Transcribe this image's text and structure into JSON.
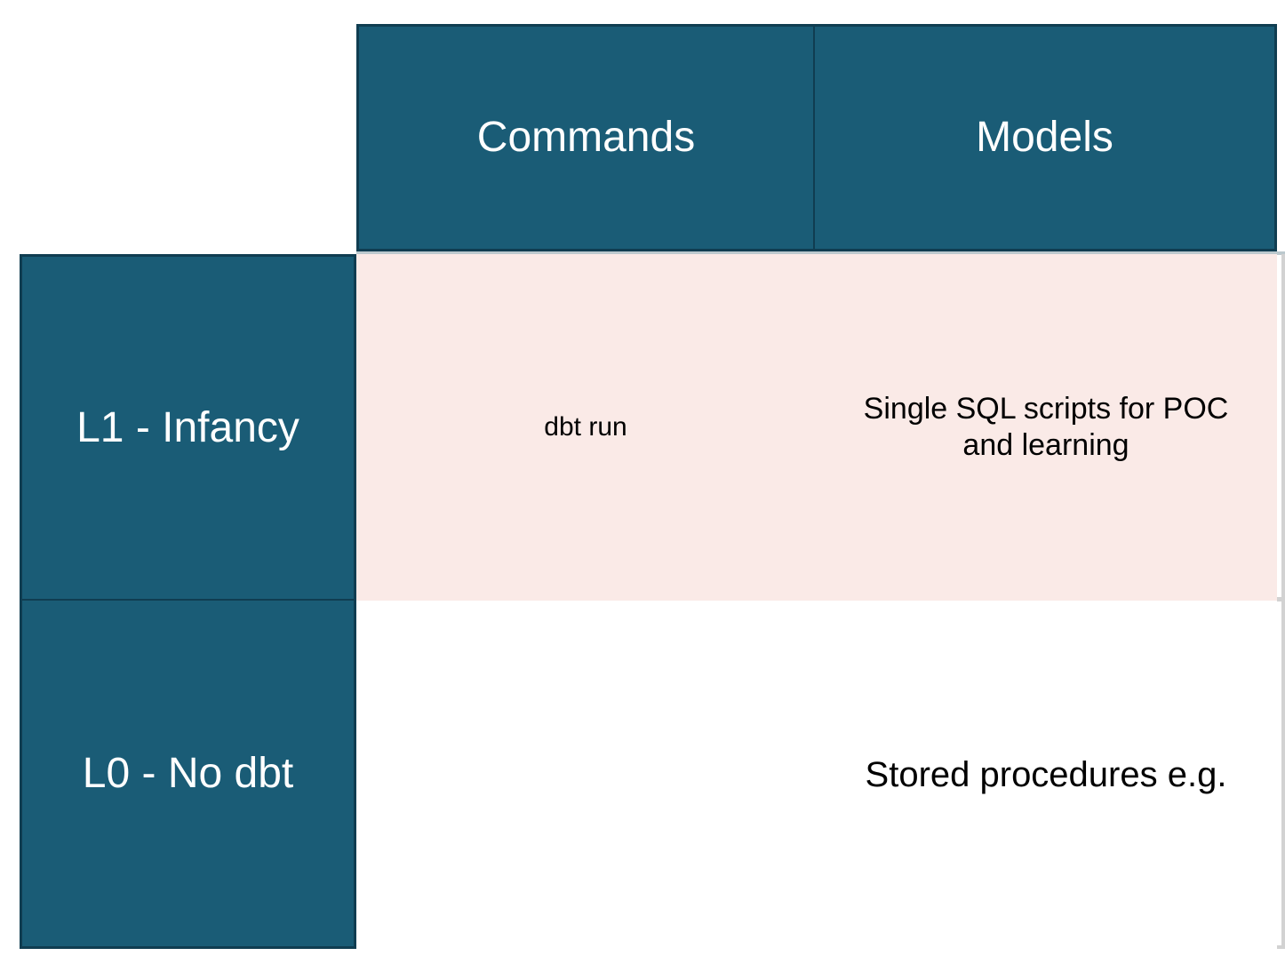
{
  "slide": {
    "type": "maturity-matrix",
    "colors": {
      "header_teal": "#1a5c76",
      "header_teal_border": "#103d51",
      "row_l1_fill": "#faeae7",
      "row_l0_fill": "#ffffff",
      "gridline": "#d2d2d2",
      "header_text": "#ffffff",
      "body_text": "#000000"
    }
  },
  "matrix": {
    "corner_label": "",
    "column_headers": [
      {
        "id": "commands",
        "label": "Commands"
      },
      {
        "id": "models",
        "label": "Models"
      }
    ],
    "row_headers": [
      {
        "id": "l1",
        "label": "L1 - Infancy"
      },
      {
        "id": "l0",
        "label": "L0 - No dbt"
      }
    ],
    "cells": [
      {
        "row": "l1",
        "values": [
          {
            "column": "commands",
            "text": "dbt run"
          },
          {
            "column": "models",
            "text": "Single SQL scripts for POC and learning"
          }
        ]
      },
      {
        "row": "l0",
        "values": [
          {
            "column": "commands",
            "text": ""
          },
          {
            "column": "models",
            "text": "Stored procedures e.g."
          }
        ]
      }
    ]
  }
}
